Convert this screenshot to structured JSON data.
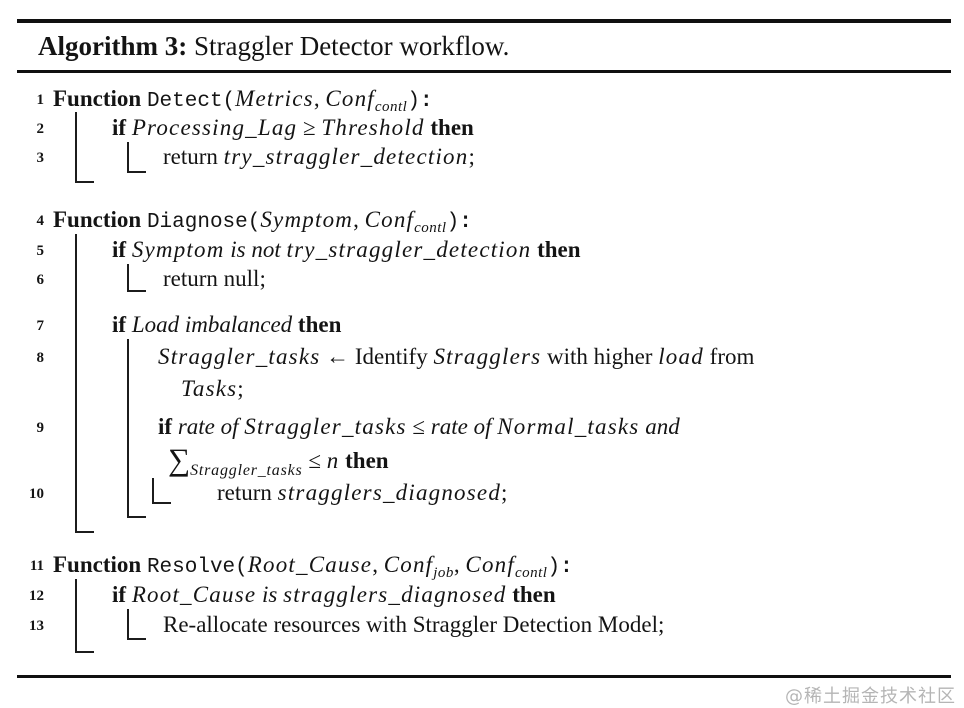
{
  "header": {
    "label_bold": "Algorithm 3:",
    "label_rest": " Straggler Detector workflow."
  },
  "watermark": "@稀土掘金技术社区",
  "colors": {
    "text": "#141414",
    "rule": "#101010",
    "block_rule": "#1c1c1c",
    "watermark": "#b5b5b5"
  },
  "lines": [
    {
      "num": "1",
      "segments": [
        {
          "style": "kw",
          "text": "Function "
        },
        {
          "style": "fn",
          "text": "Detect("
        },
        {
          "style": "mi",
          "text": "Metrics"
        },
        {
          "style": "rm",
          "text": ", "
        },
        {
          "style": "mi",
          "text": "Conf"
        },
        {
          "style": "sub",
          "text": "contl"
        },
        {
          "style": "fn",
          "text": ")"
        },
        {
          "style": "fnb",
          "text": ":"
        }
      ]
    },
    {
      "num": "2",
      "segments": [
        {
          "style": "kwi",
          "text": "if "
        },
        {
          "style": "mi",
          "text": "Processing_Lag"
        },
        {
          "style": "rm",
          "text": " ≥ "
        },
        {
          "style": "mi",
          "text": "Threshold"
        },
        {
          "style": "kwi",
          "text": " then"
        }
      ]
    },
    {
      "num": "3",
      "segments": [
        {
          "style": "rm",
          "text": "return "
        },
        {
          "style": "mi",
          "text": "try_straggler_detection"
        },
        {
          "style": "rm",
          "text": ";"
        }
      ]
    },
    {
      "num": "4",
      "segments": [
        {
          "style": "kw",
          "text": "Function "
        },
        {
          "style": "fn",
          "text": "Diagnose("
        },
        {
          "style": "mi",
          "text": "Symptom"
        },
        {
          "style": "rm",
          "text": ", "
        },
        {
          "style": "mi",
          "text": "Conf"
        },
        {
          "style": "sub",
          "text": "contl"
        },
        {
          "style": "fn",
          "text": ")"
        },
        {
          "style": "fnb",
          "text": ":"
        }
      ]
    },
    {
      "num": "5",
      "segments": [
        {
          "style": "kwi",
          "text": "if "
        },
        {
          "style": "mi",
          "text": "Symptom"
        },
        {
          "style": "ti",
          "text": " is not "
        },
        {
          "style": "mi",
          "text": "try_straggler_detection"
        },
        {
          "style": "kwi",
          "text": " then"
        }
      ]
    },
    {
      "num": "6",
      "segments": [
        {
          "style": "rm",
          "text": "return null;"
        }
      ]
    },
    {
      "num": "7",
      "segments": [
        {
          "style": "kwi",
          "text": "if "
        },
        {
          "style": "ti",
          "text": "Load imbalanced"
        },
        {
          "style": "kwi",
          "text": " then"
        }
      ]
    },
    {
      "num": "8",
      "segments": [
        {
          "style": "mi",
          "text": "Straggler_tasks"
        },
        {
          "style": "rm",
          "text": " ← Identify "
        },
        {
          "style": "mi",
          "text": "Stragglers"
        },
        {
          "style": "rm",
          "text": " with higher "
        },
        {
          "style": "mi",
          "text": "load"
        },
        {
          "style": "rm",
          "text": " from"
        }
      ]
    },
    {
      "num": "",
      "segments": [
        {
          "style": "mi",
          "text": "Tasks"
        },
        {
          "style": "rm",
          "text": ";"
        }
      ]
    },
    {
      "num": "9",
      "segments": [
        {
          "style": "kwi",
          "text": "if "
        },
        {
          "style": "ti",
          "text": "rate of "
        },
        {
          "style": "mi",
          "text": "Straggler_tasks"
        },
        {
          "style": "rm",
          "text": " ≤ "
        },
        {
          "style": "ti",
          "text": "rate of "
        },
        {
          "style": "mi",
          "text": "Normal_tasks"
        },
        {
          "style": "ti",
          "text": " and"
        }
      ]
    },
    {
      "num": "",
      "segments": [
        {
          "style": "sum",
          "text": "∑"
        },
        {
          "style": "sumsub",
          "text": "Straggler_tasks"
        },
        {
          "style": "rm",
          "text": " ≤ "
        },
        {
          "style": "mi",
          "text": "n"
        },
        {
          "style": "kwi",
          "text": " then"
        }
      ]
    },
    {
      "num": "10",
      "segments": [
        {
          "style": "rm",
          "text": "return "
        },
        {
          "style": "mi",
          "text": "stragglers_diagnosed"
        },
        {
          "style": "rm",
          "text": ";"
        }
      ]
    },
    {
      "num": "11",
      "segments": [
        {
          "style": "kw",
          "text": "Function "
        },
        {
          "style": "fn",
          "text": "Resolve("
        },
        {
          "style": "mi",
          "text": "Root_Cause"
        },
        {
          "style": "rm",
          "text": ", "
        },
        {
          "style": "mi",
          "text": "Conf"
        },
        {
          "style": "sub",
          "text": "job"
        },
        {
          "style": "rm",
          "text": ", "
        },
        {
          "style": "mi",
          "text": "Conf"
        },
        {
          "style": "sub",
          "text": "contl"
        },
        {
          "style": "fn",
          "text": ")"
        },
        {
          "style": "fnb",
          "text": ":"
        }
      ]
    },
    {
      "num": "12",
      "segments": [
        {
          "style": "kwi",
          "text": "if "
        },
        {
          "style": "mi",
          "text": "Root_Cause"
        },
        {
          "style": "ti",
          "text": " is "
        },
        {
          "style": "mi",
          "text": "stragglers_diagnosed"
        },
        {
          "style": "kwi",
          "text": " then"
        }
      ]
    },
    {
      "num": "13",
      "segments": [
        {
          "style": "rm",
          "text": "Re-allocate resources with Straggler Detection Model;"
        }
      ]
    }
  ]
}
